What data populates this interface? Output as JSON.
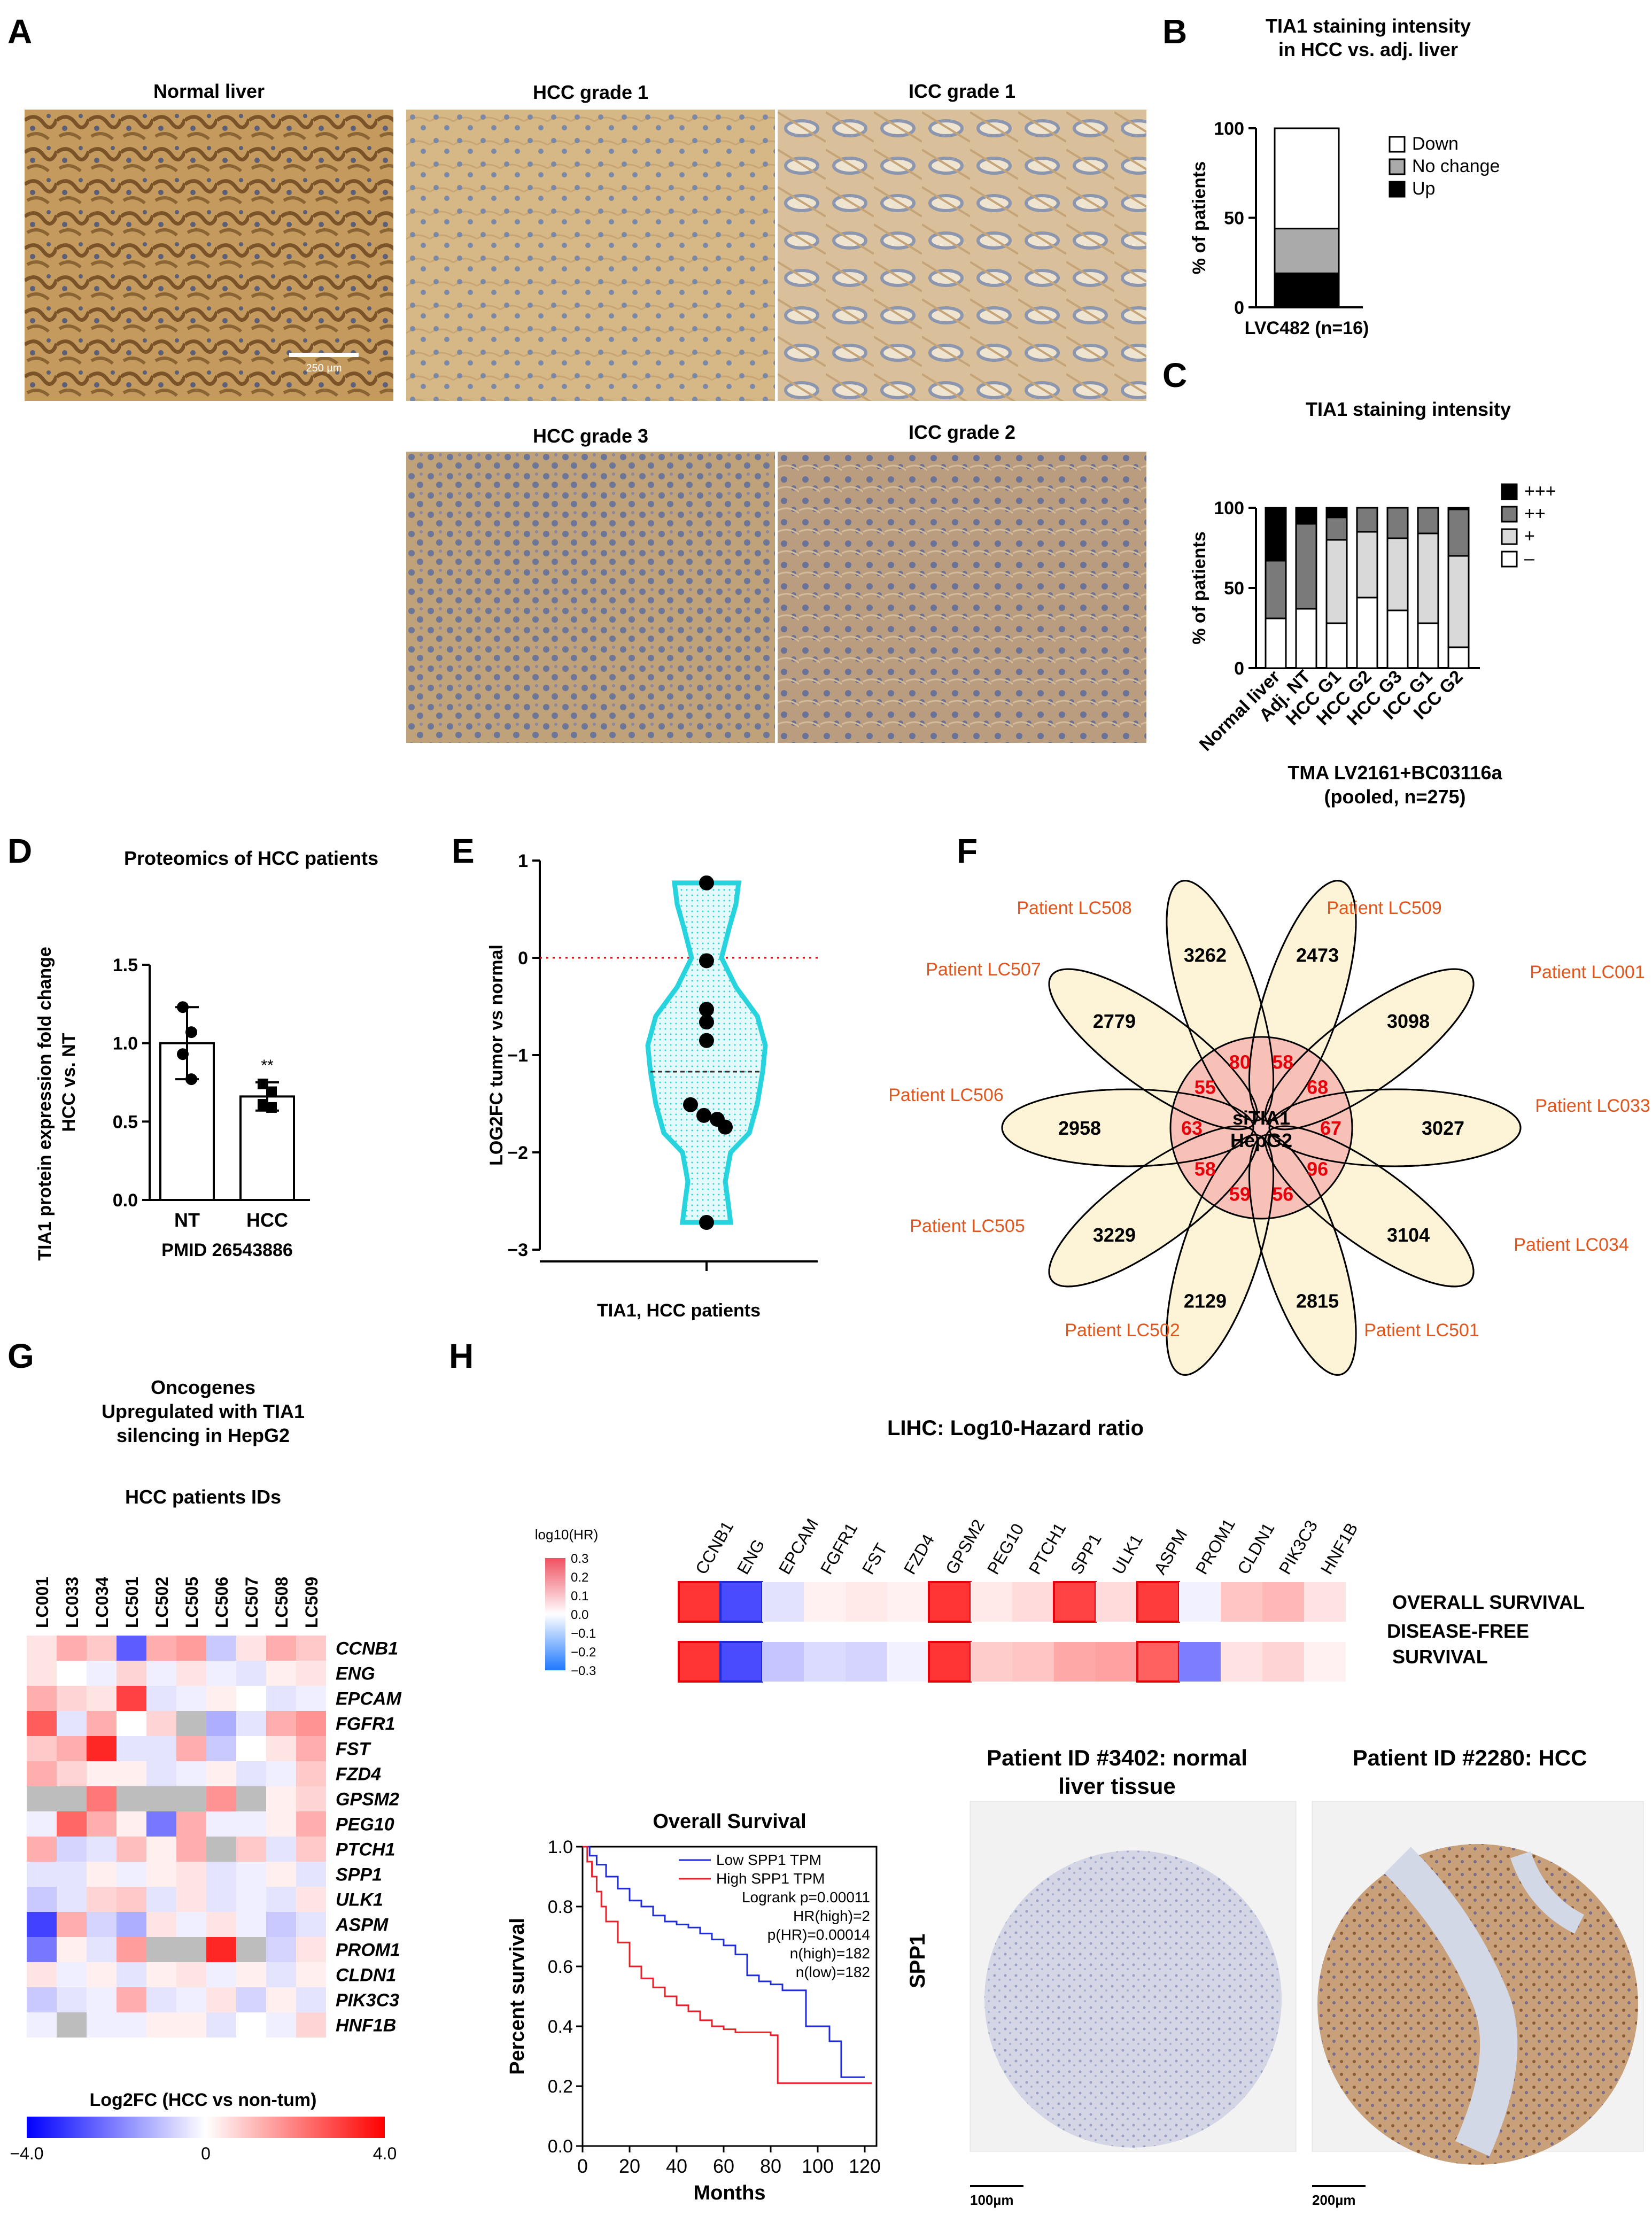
{
  "colors": {
    "tissue_light": "#d7b883",
    "tissue_dark": "#a57c44",
    "nuclei": "#6f7fa3",
    "red": "#e8000b",
    "orange": "#e2561d",
    "cyan": "#27d4dd",
    "petal": "#fdf3d6",
    "center": "#f7b7b3",
    "blue_line": "#1f2bd8",
    "red_line": "#e8202a"
  },
  "panelA": {
    "label": "A",
    "images": [
      {
        "title": "Normal liver",
        "scale": "250 µm"
      },
      {
        "title": "HCC grade 1"
      },
      {
        "title": "ICC grade 1"
      },
      {
        "title": "HCC grade 3"
      },
      {
        "title": "ICC grade 2"
      }
    ]
  },
  "panelB": {
    "label": "B",
    "title1": "TIA1 staining intensity",
    "title2": "in HCC vs. adj. liver",
    "ylabel": "% of patients",
    "xlabel": "LVC482 (n=16)",
    "legend": [
      "Down",
      "No change",
      "Up"
    ]
  },
  "panelC": {
    "label": "C",
    "title": "TIA1 staining intensity",
    "ylabel": "% of patients",
    "xlabel1": "TMA LV2161+BC03116a",
    "xlabel2": "(pooled, n=275)",
    "legend": [
      "+++",
      "++",
      "+",
      "–"
    ]
  },
  "panelD": {
    "label": "D",
    "title": "Proteomics of HCC patients",
    "ylabel1": "TIA1 protein expression fold change",
    "ylabel2": "HCC vs. NT",
    "xlabel": "PMID 26543886",
    "sig": "**"
  },
  "panelE": {
    "label": "E",
    "ylabel": "LOG2FC tumor vs normal",
    "xlabel": "TIA1, HCC patients"
  },
  "panelF": {
    "label": "F",
    "center1": "siTIA1",
    "center2": "HepG2",
    "petals": [
      {
        "patient": "Patient LC508",
        "unique": "3262",
        "overlap": "80"
      },
      {
        "patient": "Patient LC509",
        "unique": "2473",
        "overlap": "58"
      },
      {
        "patient": "Patient LC001",
        "unique": "3098",
        "overlap": "68"
      },
      {
        "patient": "Patient LC033",
        "unique": "3027",
        "overlap": "67"
      },
      {
        "patient": "Patient LC034",
        "unique": "3104",
        "overlap": "96"
      },
      {
        "patient": "Patient LC501",
        "unique": "2815",
        "overlap": "56"
      },
      {
        "patient": "Patient LC502",
        "unique": "2129",
        "overlap": "59"
      },
      {
        "patient": "Patient LC505",
        "unique": "3229",
        "overlap": "58"
      },
      {
        "patient": "Patient LC506",
        "unique": "2958",
        "overlap": "63"
      },
      {
        "patient": "Patient LC507",
        "unique": "2779",
        "overlap": "55"
      }
    ]
  },
  "panelG": {
    "label": "G",
    "title1": "Oncogenes",
    "title2": "Upregulated with TIA1",
    "title3": "silencing in HepG2",
    "subtitle": "HCC patients IDs",
    "cbar_label": "Log2FC (HCC vs non-tum)",
    "cbar_ticks": [
      "-4.0",
      "0",
      "4.0"
    ]
  },
  "panelH": {
    "label": "H",
    "title": "LIHC: Log10-Hazard ratio",
    "legend_title": "log10(HR)",
    "row1": "OVERALL SURVIVAL",
    "row2a": "DISEASE-FREE",
    "row2b": "SURVIVAL",
    "km": {
      "title": "Overall Survival",
      "legend_low": "Low SPP1 TPM",
      "legend_high": "High SPP1 TPM",
      "stats": [
        "Logrank p=0.00011",
        "HR(high)=2",
        "p(HR)=0.00014",
        "n(high)=182",
        "n(low)=182"
      ],
      "ylabel": "Percent survival",
      "xlabel": "Months"
    },
    "tissue": {
      "title1a": "Patient ID #3402: normal",
      "title1b": "liver tissue",
      "title2": "Patient ID #2280: HCC",
      "gene": "SPP1",
      "scale1": "100µm",
      "scale2": "200µm"
    }
  },
  "chart_data": [
    {
      "type": "bar",
      "id": "B",
      "categories": [
        "LVC482 (n=16)"
      ],
      "series": [
        {
          "name": "Up",
          "values": [
            19
          ]
        },
        {
          "name": "No change",
          "values": [
            25
          ]
        },
        {
          "name": "Down",
          "values": [
            56
          ]
        }
      ],
      "ylim": [
        0,
        100
      ],
      "yticks": [
        0,
        50,
        100
      ],
      "stacked": true
    },
    {
      "type": "bar",
      "id": "C",
      "categories": [
        "Normal liver",
        "Adj. NT",
        "HCC G1",
        "HCC G2",
        "HCC G3",
        "ICC G1",
        "ICC G2"
      ],
      "series": [
        {
          "name": "–",
          "values": [
            31,
            37,
            28,
            44,
            36,
            28,
            13
          ]
        },
        {
          "name": "+",
          "values": [
            0,
            0,
            52,
            41,
            45,
            56,
            57
          ]
        },
        {
          "name": "++",
          "values": [
            36,
            53,
            14,
            15,
            19,
            16,
            29
          ]
        },
        {
          "name": "+++",
          "values": [
            33,
            10,
            6,
            0,
            0,
            0,
            1
          ]
        }
      ],
      "ylim": [
        0,
        100
      ],
      "yticks": [
        0,
        50,
        100
      ],
      "stacked": true
    },
    {
      "type": "bar",
      "id": "D",
      "categories": [
        "NT",
        "HCC"
      ],
      "values": [
        1.0,
        0.66
      ],
      "errors": [
        0.23,
        0.09
      ],
      "points": [
        [
          1.23,
          1.07,
          0.93,
          0.77
        ],
        [
          0.74,
          0.69,
          0.61,
          0.59
        ]
      ],
      "ylim": [
        0,
        1.5
      ],
      "yticks": [
        "0.0",
        "0.5",
        "1.0",
        "1.5"
      ]
    },
    {
      "type": "scatter",
      "id": "E",
      "values": [
        0.77,
        -0.03,
        -0.53,
        -0.66,
        -0.85,
        -1.51,
        -1.62,
        -1.66,
        -1.74,
        -2.72
      ],
      "median": -1.17,
      "ylim": [
        -3,
        1
      ],
      "yticks": [
        -3,
        -2,
        -1,
        0,
        1
      ],
      "refline": 0
    },
    {
      "type": "heatmap",
      "id": "G",
      "columns": [
        "LC001",
        "LC033",
        "LC034",
        "LC501",
        "LC502",
        "LC505",
        "LC506",
        "LC507",
        "LC508",
        "LC509"
      ],
      "rows": [
        "CCNB1",
        "ENG",
        "EPCAM",
        "FGFR1",
        "FST",
        "FZD4",
        "GPSM2",
        "PEG10",
        "PTCH1",
        "SPP1",
        "ULK1",
        "ASPM",
        "PROM1",
        "CLDN1",
        "PIK3C3",
        "HNF1B"
      ],
      "values": [
        [
          0.5,
          1.5,
          1,
          -3,
          1.5,
          1.8,
          -1,
          0.5,
          1.5,
          1
        ],
        [
          0.5,
          0,
          -0.3,
          0.8,
          -0.3,
          0.5,
          -0.3,
          -0.5,
          0.3,
          0.5
        ],
        [
          1.5,
          0.8,
          0.5,
          3.5,
          -0.5,
          -0.3,
          0.3,
          0,
          -0.5,
          -0.3
        ],
        [
          3,
          -0.5,
          1.5,
          0,
          0.8,
          "na",
          -1.5,
          -0.5,
          1.5,
          2
        ],
        [
          1,
          1.5,
          4,
          -0.5,
          -0.5,
          1.5,
          -1,
          0,
          0.5,
          1.5
        ],
        [
          1.5,
          0.8,
          0.3,
          0.3,
          -0.5,
          -0.3,
          0.3,
          -0.5,
          -0.3,
          1
        ],
        [
          "na",
          "na",
          2.5,
          "na",
          "na",
          "na",
          2,
          "na",
          0.3,
          0.8
        ],
        [
          -0.3,
          2.8,
          1.5,
          0.3,
          -2.5,
          1.5,
          -0.3,
          -0.3,
          0.3,
          1.5
        ],
        [
          1.5,
          -0.8,
          -0.5,
          1.2,
          0.3,
          1.5,
          "na",
          1,
          -0.5,
          1
        ],
        [
          -0.5,
          -0.5,
          0.3,
          -0.3,
          0.3,
          0.5,
          -0.5,
          -0.3,
          0.3,
          -0.5
        ],
        [
          -1,
          -0.5,
          0.8,
          1,
          -0.5,
          0.5,
          -0.5,
          -0.3,
          -0.5,
          0.5
        ],
        [
          -3.5,
          1.5,
          -0.8,
          -1.5,
          0.5,
          -0.3,
          0.5,
          -0.3,
          -1,
          -0.5
        ],
        [
          -2.5,
          0.3,
          -0.5,
          1.8,
          "na",
          "na",
          4,
          "na",
          -0.8,
          0.5
        ],
        [
          0.5,
          -0.3,
          0.3,
          -0.5,
          0.3,
          0.5,
          -0.3,
          0.3,
          -0.5,
          0.3
        ],
        [
          -1,
          -0.5,
          -0.3,
          1.5,
          -0.5,
          -0.3,
          0.5,
          -0.8,
          0.3,
          -0.5
        ],
        [
          -0.3,
          "na",
          -0.3,
          -0.3,
          0.3,
          0.3,
          -0.5,
          0,
          -0.3,
          0.8
        ]
      ],
      "vlim": [
        -4,
        4
      ]
    },
    {
      "type": "heatmap",
      "id": "H",
      "columns": [
        "CCNB1",
        "ENG",
        "EPCAM",
        "FGFR1",
        "FST",
        "FZD4",
        "GPSM2",
        "PEG10",
        "PTCH1",
        "SPP1",
        "ULK1",
        "ASPM",
        "PROM1",
        "CLDN1",
        "PIK3C3",
        "HNF1B"
      ],
      "rows": [
        "OVERALL SURVIVAL",
        "DISEASE-FREE SURVIVAL"
      ],
      "values": [
        [
          0.28,
          -0.25,
          -0.04,
          0.02,
          0.03,
          0.02,
          0.28,
          0.03,
          0.05,
          0.26,
          0.05,
          0.27,
          -0.02,
          0.08,
          0.1,
          0.04
        ],
        [
          0.28,
          -0.25,
          -0.08,
          -0.05,
          -0.06,
          -0.02,
          0.28,
          0.07,
          0.08,
          0.12,
          0.13,
          0.22,
          -0.18,
          0.04,
          0.06,
          0.02
        ]
      ],
      "highlight": [
        [
          0,
          1,
          6,
          9,
          11
        ],
        [
          0,
          1,
          6,
          11
        ]
      ],
      "vlim": [
        -0.3,
        0.3
      ],
      "vticks": [
        "0.3",
        "0.2",
        "0.1",
        "0.0",
        "−0.1",
        "−0.2",
        "−0.3"
      ]
    },
    {
      "type": "line",
      "id": "H-KM",
      "title": "Overall Survival",
      "xlabel": "Months",
      "ylabel": "Percent survival",
      "xlim": [
        0,
        125
      ],
      "ylim": [
        0,
        1
      ],
      "xticks": [
        0,
        20,
        40,
        60,
        80,
        100,
        120
      ],
      "yticks": [
        "0.0",
        "0.2",
        "0.4",
        "0.6",
        "0.8",
        "1.0"
      ],
      "series": [
        {
          "name": "Low SPP1 TPM",
          "x": [
            0,
            3,
            6,
            10,
            15,
            20,
            25,
            30,
            35,
            40,
            45,
            50,
            55,
            60,
            65,
            70,
            75,
            80,
            85,
            90,
            95,
            100,
            105,
            110,
            115,
            120
          ],
          "y": [
            1,
            0.97,
            0.94,
            0.9,
            0.86,
            0.82,
            0.8,
            0.77,
            0.75,
            0.74,
            0.73,
            0.71,
            0.69,
            0.67,
            0.64,
            0.57,
            0.55,
            0.54,
            0.52,
            0.52,
            0.4,
            0.4,
            0.35,
            0.23,
            0.23,
            0.23
          ]
        },
        {
          "name": "High SPP1 TPM",
          "x": [
            0,
            2,
            4,
            6,
            8,
            10,
            15,
            20,
            25,
            30,
            35,
            40,
            45,
            50,
            55,
            60,
            65,
            70,
            75,
            80,
            82,
            83,
            85,
            90,
            100,
            110,
            123
          ],
          "y": [
            1,
            0.95,
            0.9,
            0.85,
            0.8,
            0.75,
            0.68,
            0.6,
            0.56,
            0.53,
            0.5,
            0.47,
            0.45,
            0.42,
            0.4,
            0.39,
            0.38,
            0.38,
            0.38,
            0.37,
            0.37,
            0.21,
            0.21,
            0.21,
            0.21,
            0.21,
            0.21
          ]
        }
      ]
    }
  ]
}
